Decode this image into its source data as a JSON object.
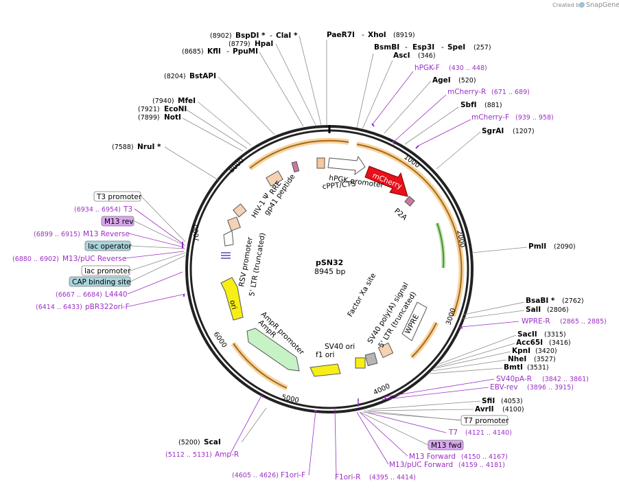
{
  "brand": {
    "created_by": "Created by",
    "name": "SnapGene"
  },
  "plasmid": {
    "name": "pSN32",
    "size_label": "8945 bp"
  },
  "ticks": [
    {
      "label": "1000"
    },
    {
      "label": "2000"
    },
    {
      "label": "3000"
    },
    {
      "label": "4000"
    },
    {
      "label": "5000"
    },
    {
      "label": "6000"
    },
    {
      "label": "7000"
    },
    {
      "label": "8000"
    }
  ],
  "features_on_map": [
    {
      "label": "mCherry",
      "color": "#e8101a"
    },
    {
      "label": "hPGK promoter",
      "color": "#ffffff"
    },
    {
      "label": "cPPT/CTS",
      "color": "#f6c79c"
    },
    {
      "label": "P2A",
      "color": "#c77aa0"
    },
    {
      "label": "RRE",
      "color": "#f6d2b4"
    },
    {
      "label": "HIV-1 Ψ",
      "color": "#f6d2b4"
    },
    {
      "label": "gp41 peptide",
      "color": "#c77aa0"
    },
    {
      "label": "RSV promoter",
      "color": "#ffffff"
    },
    {
      "label": "5' LTR (truncated)",
      "color": "#f6d2b4"
    },
    {
      "label": "ori",
      "color": "#f7ee16"
    },
    {
      "label": "AmpR promoter",
      "color": "#ffffff"
    },
    {
      "label": "AmpR",
      "color": "#c6f2c6"
    },
    {
      "label": "f1 ori",
      "color": "#f7ee16"
    },
    {
      "label": "SV40 ori",
      "color": "#ffffff"
    },
    {
      "label": "SV40 poly(A) signal",
      "color": "#b5b5b5"
    },
    {
      "label": "5' LTR (truncated)",
      "color": "#f6d2b4"
    },
    {
      "label": "WPRE",
      "color": "#ffffff"
    },
    {
      "label": "Factor Xa site",
      "color": "#ffffff"
    }
  ],
  "enzymes": [
    {
      "pos": "(8902)",
      "name": "BspDI *",
      "sep": "-",
      "name2": "ClaI *"
    },
    {
      "pos": "(8779)",
      "name": "HpaI"
    },
    {
      "pos": "(8685)",
      "name": "KflI",
      "sep": "-",
      "name2": "PpuMI"
    },
    {
      "pos": "(8204)",
      "name": "BstAPI"
    },
    {
      "pos": "(7940)",
      "name": "MfeI"
    },
    {
      "pos": "(7921)",
      "name": "EcoNI"
    },
    {
      "pos": "(7899)",
      "name": "NotI"
    },
    {
      "pos": "(7588)",
      "name": "NruI *"
    },
    {
      "name": "PaeR7I",
      "sep": "-",
      "name2": "XhoI",
      "pos": "(8919)"
    },
    {
      "name": "BsmBI",
      "sep": "-",
      "name2": "Esp3I",
      "sep2": "-",
      "name3": "SpeI",
      "pos": "(257)"
    },
    {
      "name": "AscI",
      "pos": "(346)"
    },
    {
      "name": "AgeI",
      "pos": "(520)"
    },
    {
      "name": "SbfI",
      "pos": "(881)"
    },
    {
      "name": "SgrAI",
      "pos": "(1207)"
    },
    {
      "name": "PmlI",
      "pos": "(2090)"
    },
    {
      "name": "BsaBI *",
      "pos": "(2762)"
    },
    {
      "name": "SalI",
      "pos": "(2806)"
    },
    {
      "name": "SacII",
      "pos": "(3315)"
    },
    {
      "name": "Acc65I",
      "pos": "(3416)"
    },
    {
      "name": "KpnI",
      "pos": "(3420)"
    },
    {
      "name": "NheI",
      "pos": "(3527)"
    },
    {
      "name": "BmtI",
      "pos": "(3531)"
    },
    {
      "name": "SfiI",
      "pos": "(4053)"
    },
    {
      "name": "AvrII",
      "pos": "(4100)"
    },
    {
      "pos": "(5200)",
      "name": "ScaI"
    }
  ],
  "primers": [
    {
      "name": "hPGK-F",
      "range": "(430 .. 448)"
    },
    {
      "name": "mCherry-R",
      "range": "(671 .. 689)"
    },
    {
      "name": "mCherry-F",
      "range": "(939 .. 958)"
    },
    {
      "name": "WPRE-R",
      "range": "(2865 .. 2885)"
    },
    {
      "name": "SV40pA-R",
      "range": "(3842 .. 3861)"
    },
    {
      "name": "EBV-rev",
      "range": "(3896 .. 3915)"
    },
    {
      "name": "T7",
      "range": "(4121 .. 4140)"
    },
    {
      "name": "M13 Forward",
      "range": "(4150 .. 4167)"
    },
    {
      "name": "M13/pUC Forward",
      "range": "(4159 .. 4181)"
    },
    {
      "name": "F1ori-R",
      "range": "(4395 .. 4414)"
    },
    {
      "name": "F1ori-F",
      "range": "(4605 .. 4626)"
    },
    {
      "name": "Amp-R",
      "range": "(5112 .. 5131)"
    },
    {
      "name": "T3",
      "range": "(6934 .. 6954)"
    },
    {
      "name": "M13 Reverse",
      "range": "(6899 .. 6915)"
    },
    {
      "name": "M13/pUC Reverse",
      "range": "(6880 .. 6902)"
    },
    {
      "name": "L4440",
      "range": "(6667 .. 6684)"
    },
    {
      "name": "pBR322ori-F",
      "range": "(6414 .. 6433)"
    }
  ],
  "boxed_labels": [
    {
      "label": "T3 promoter",
      "fill": "#ffffff"
    },
    {
      "label": "M13 rev",
      "fill": "#d9a6ef"
    },
    {
      "label": "lac operator",
      "fill": "#a9d5dc"
    },
    {
      "label": "lac promoter",
      "fill": "#ffffff"
    },
    {
      "label": "CAP binding site",
      "fill": "#a9d5dc"
    },
    {
      "label": "T7 promoter",
      "fill": "#ffffff"
    },
    {
      "label": "M13 fwd",
      "fill": "#d9a6ef"
    }
  ]
}
